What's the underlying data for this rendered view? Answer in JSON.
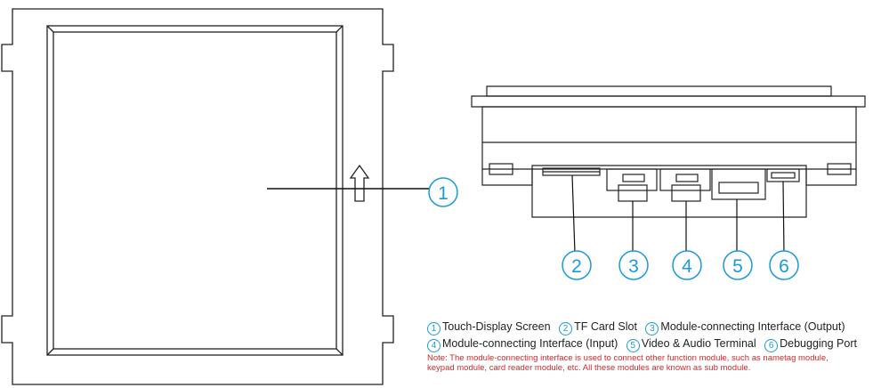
{
  "callouts": [
    "1",
    "2",
    "3",
    "4",
    "5",
    "6"
  ],
  "legend": [
    {
      "num": "1",
      "label": "Touch-Display Screen"
    },
    {
      "num": "2",
      "label": "TF Card Slot"
    },
    {
      "num": "3",
      "label": "Module-connecting Interface (Output)"
    },
    {
      "num": "4",
      "label": "Module-connecting Interface (Input)"
    },
    {
      "num": "5",
      "label": "Video & Audio Terminal"
    },
    {
      "num": "6",
      "label": "Debugging Port"
    }
  ],
  "note": "Note: The module-connecting interface is used to connect other function module, such as nametag module, keypad module, card reader module, etc. All these modules are known as sub module.",
  "colors": {
    "callout": "#1a9bd7",
    "line": "#222222",
    "note": "#d12a2a"
  }
}
